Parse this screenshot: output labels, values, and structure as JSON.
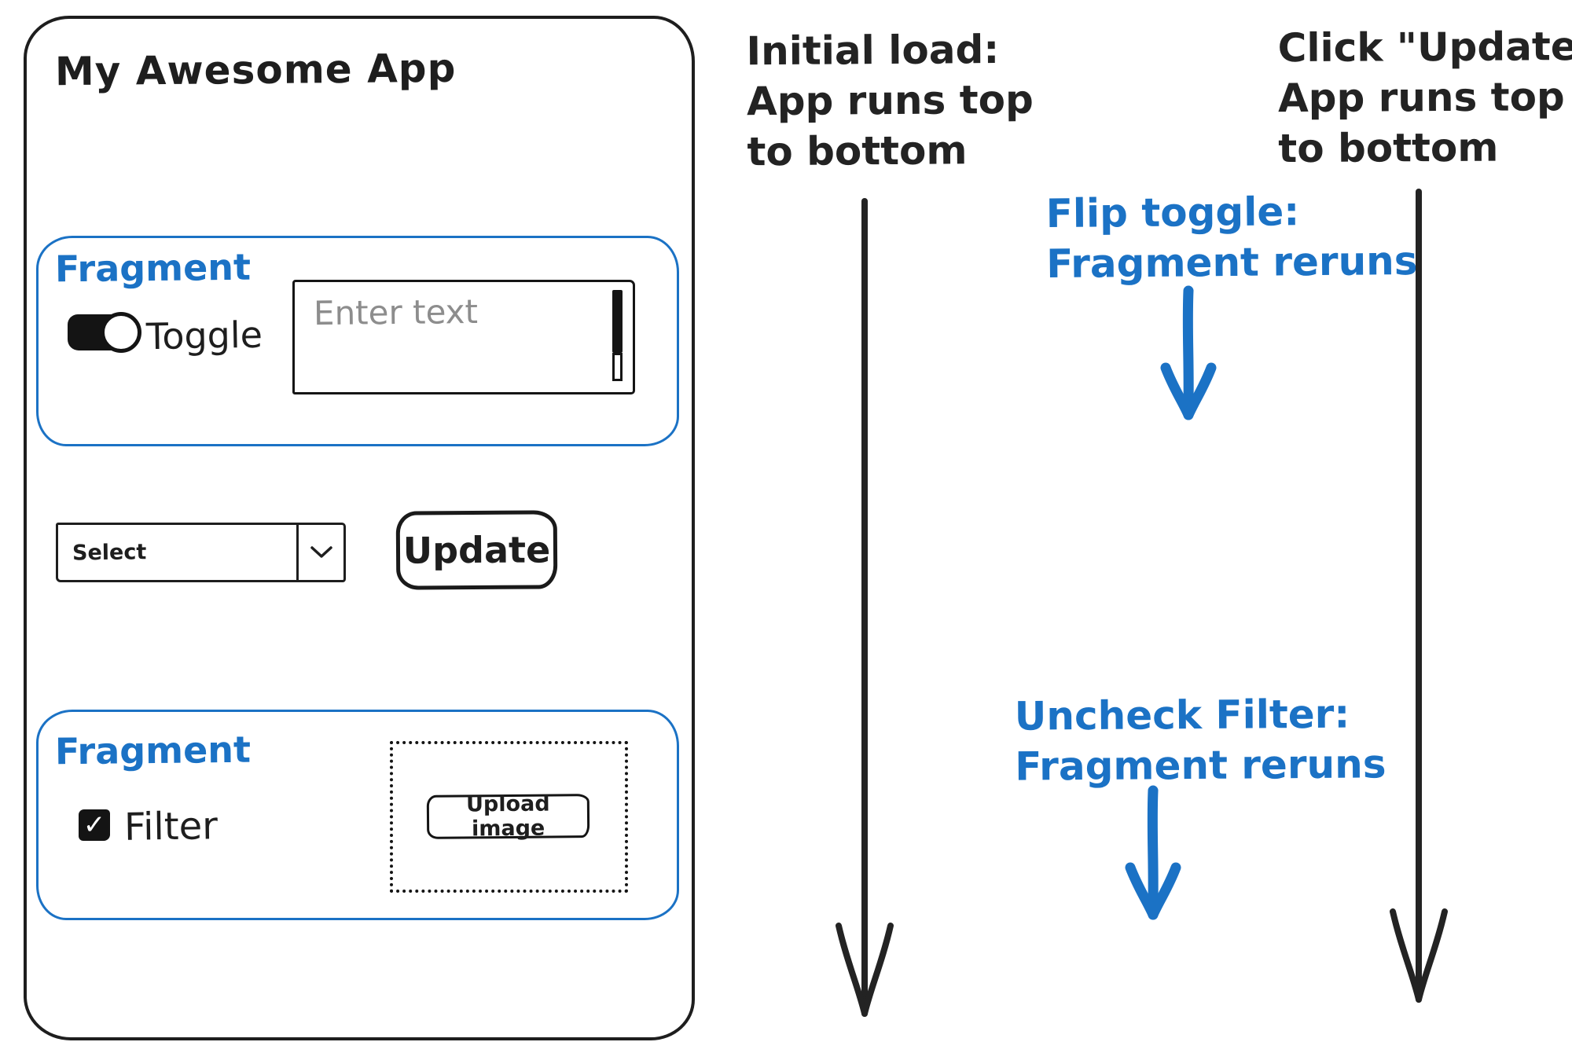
{
  "colors": {
    "ink": "#1e1e1e",
    "accent_blue": "#1b72c5",
    "placeholder_gray": "#8d8d8d"
  },
  "app_mockup": {
    "title": "My Awesome App",
    "fragment1": {
      "label": "Fragment",
      "toggle_label": "Toggle",
      "toggle_state": "on",
      "textarea_placeholder": "Enter text"
    },
    "select": {
      "value": "Select"
    },
    "update_button_label": "Update",
    "fragment2": {
      "label": "Fragment",
      "checkbox_label": "Filter",
      "checkbox_checked": true,
      "checkbox_glyph": "✓",
      "upload_button_label": "Upload image"
    }
  },
  "annotations": {
    "initial_load": {
      "lines": [
        "Initial load:",
        "App runs top",
        "to bottom"
      ]
    },
    "click_update": {
      "lines": [
        "Click \"Update\":",
        "App runs top",
        "to bottom"
      ]
    },
    "flip_toggle": {
      "lines": [
        "Flip toggle:",
        "Fragment reruns"
      ]
    },
    "uncheck_filter": {
      "lines": [
        "Uncheck Filter:",
        "Fragment reruns"
      ]
    }
  }
}
